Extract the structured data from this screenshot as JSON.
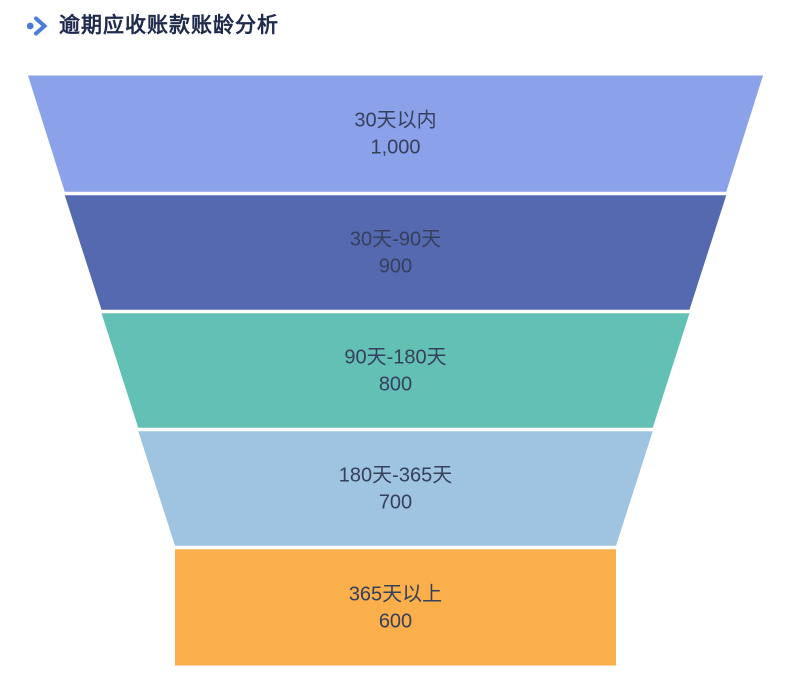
{
  "header": {
    "title": "逾期应收账款账龄分析",
    "title_color": "#1F2B4D",
    "icon": "dot-chevron-right-icon",
    "icon_color": "#4B7BD9"
  },
  "chart_data": {
    "type": "funnel",
    "title": "逾期应收账款账龄分析",
    "sort": "descending",
    "legend_position": "none",
    "grid": false,
    "categories": [
      "30天以内",
      "30天-90天",
      "90天-180天",
      "180天-365天",
      "365天以上"
    ],
    "values": [
      1000,
      900,
      800,
      700,
      600
    ],
    "value_labels": [
      "1,000",
      "900",
      "800",
      "700",
      "600"
    ],
    "colors": [
      "#8BA1EA",
      "#5569B1",
      "#63C0B5",
      "#9EC4E1",
      "#FAAF4B"
    ],
    "label_color": "#35405C",
    "label_position": "inside",
    "gap_color": "#ffffff",
    "max_value": 1000,
    "last_segment_shape": "rectangle"
  }
}
